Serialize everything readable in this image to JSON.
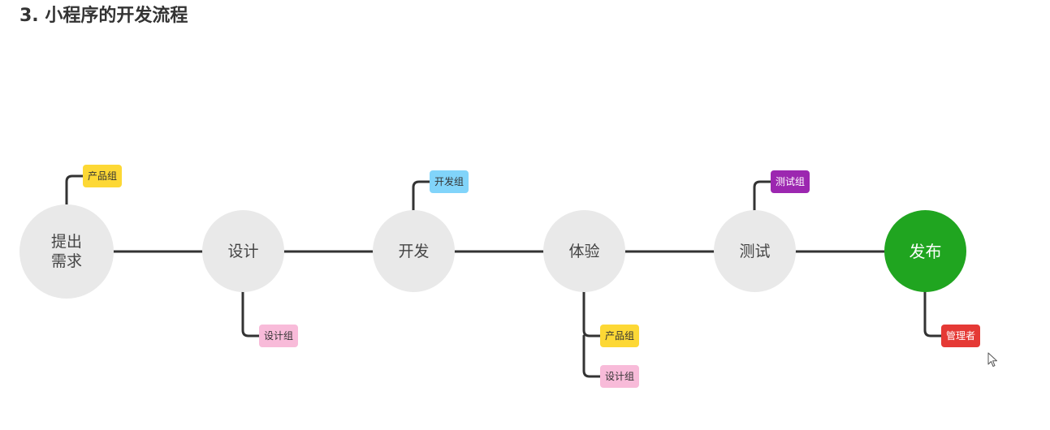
{
  "title": "3. 小程序的开发流程",
  "colors": {
    "line": "#333333",
    "node_fill": "#e9e9e9",
    "node_text": "#444444",
    "final_fill": "#20a520",
    "final_text": "#ffffff"
  },
  "nodes": [
    {
      "label": "提出\n需求"
    },
    {
      "label": "设计"
    },
    {
      "label": "开发"
    },
    {
      "label": "体验"
    },
    {
      "label": "测试"
    },
    {
      "label": "发布"
    }
  ],
  "tags": [
    {
      "label": "产品组",
      "bg": "#fdd835",
      "fg": "#333333"
    },
    {
      "label": "开发组",
      "bg": "#81d4fa",
      "fg": "#333333"
    },
    {
      "label": "测试组",
      "bg": "#9c27b0",
      "fg": "#ffffff"
    },
    {
      "label": "设计组",
      "bg": "#f8bbd9",
      "fg": "#333333"
    },
    {
      "label": "产品组",
      "bg": "#fdd835",
      "fg": "#333333"
    },
    {
      "label": "设计组",
      "bg": "#f8bbd9",
      "fg": "#333333"
    },
    {
      "label": "管理者",
      "bg": "#e53935",
      "fg": "#ffffff"
    }
  ]
}
